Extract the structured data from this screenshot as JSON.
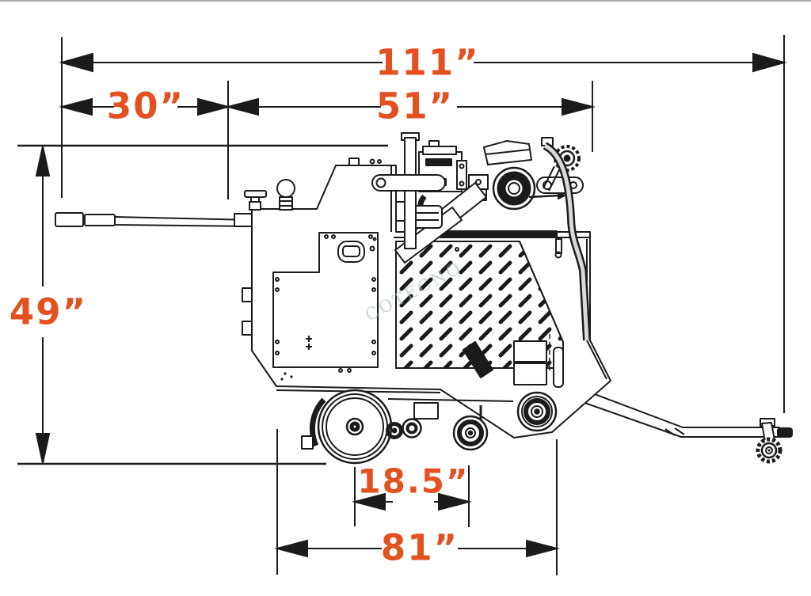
{
  "canvas": {
    "background": "#ffffff",
    "top_border_color": "#a9a9a9"
  },
  "drawing": {
    "type": "technical-dimension-diagram",
    "subject": "walk-behind concrete saw / scarifier, side elevation with tow hitch",
    "line_color": "#1b1b1b",
    "dimension_color": "#e2511f",
    "watermark_color": "#9cc2ab",
    "watermark": "COTECNO"
  },
  "dims": [
    {
      "name": "overall-length",
      "label": "111”"
    },
    {
      "name": "handle-overhang",
      "label": "30”"
    },
    {
      "name": "upper-span",
      "label": "51”"
    },
    {
      "name": "overall-height",
      "label": "49”"
    },
    {
      "name": "inner-span",
      "label": "18.5”"
    },
    {
      "name": "base-length",
      "label": "81”"
    }
  ]
}
